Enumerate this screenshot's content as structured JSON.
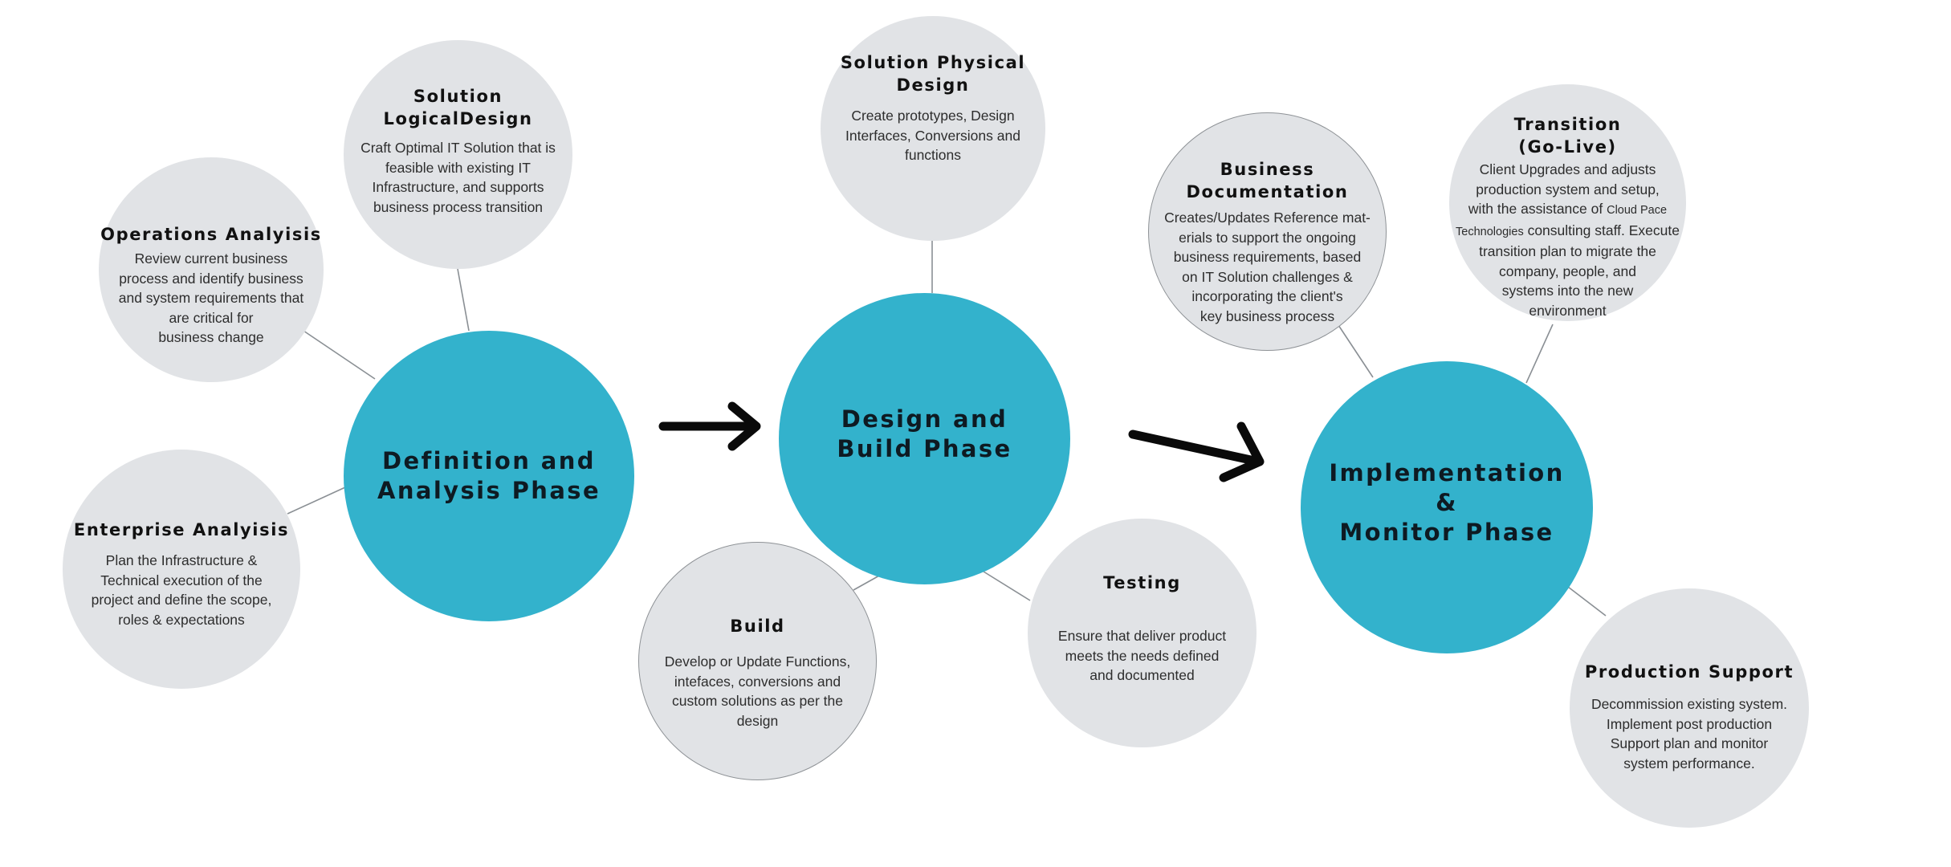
{
  "phases": {
    "definition": {
      "title": "Definition and\nAnalysis Phase"
    },
    "design": {
      "title": "Design and\nBuild Phase"
    },
    "implementation": {
      "title": "Implementation\n&\nMonitor Phase"
    }
  },
  "steps": {
    "operations_analysis": {
      "title": "Operations Analyisis",
      "description": "Review current business\nprocess and identify business\nand system requirements that\nare critical for\nbusiness change"
    },
    "solution_logical_design": {
      "title": "Solution\nLogicalDesign",
      "description": "Craft Optimal IT Solution that is\nfeasible with existing IT\nInfrastructure, and supports\nbusiness process transition"
    },
    "enterprise_analysis": {
      "title": "Enterprise Analyisis",
      "description": "Plan the Infrastructure &\nTechnical execution of the\nproject and define the scope,\nroles & expectations"
    },
    "solution_physical_design": {
      "title": "Solution Physical\nDesign",
      "description": "Create prototypes, Design\nInterfaces, Conversions and\nfunctions"
    },
    "build": {
      "title": "Build",
      "description": "Develop or Update Functions,\nintefaces, conversions and\ncustom solutions as per the\ndesign"
    },
    "testing": {
      "title": "Testing",
      "description": "Ensure that deliver product\nmeets the needs defined\nand documented"
    },
    "business_documentation": {
      "title": "Business\nDocumentation",
      "description": "Creates/Updates Reference mat-\nerials to support the ongoing\nbusiness requirements, based\non IT Solution challenges &\nincorporating the client's\nkey business process"
    },
    "transition": {
      "title": "Transition\n(Go-Live)",
      "description_part1": "Client Upgrades and adjusts\nproduction system and setup,\nwith the assistance of ",
      "description_small": "Cloud Pace\nTechnologies",
      "description_part2": " consulting staff. Execute\ntransition plan to migrate the\ncompany, people, and\nsystems into the new\nenvironment"
    },
    "production_support": {
      "title": "Production Support",
      "description": "Decommission existing system.\nImplement post production\nSupport plan and monitor\nsystem performance."
    }
  },
  "colors": {
    "phase_fill": "#33b2cc",
    "step_fill": "#e1e3e6",
    "connector": "#8a8f94",
    "arrow": "#0a0a0a"
  }
}
